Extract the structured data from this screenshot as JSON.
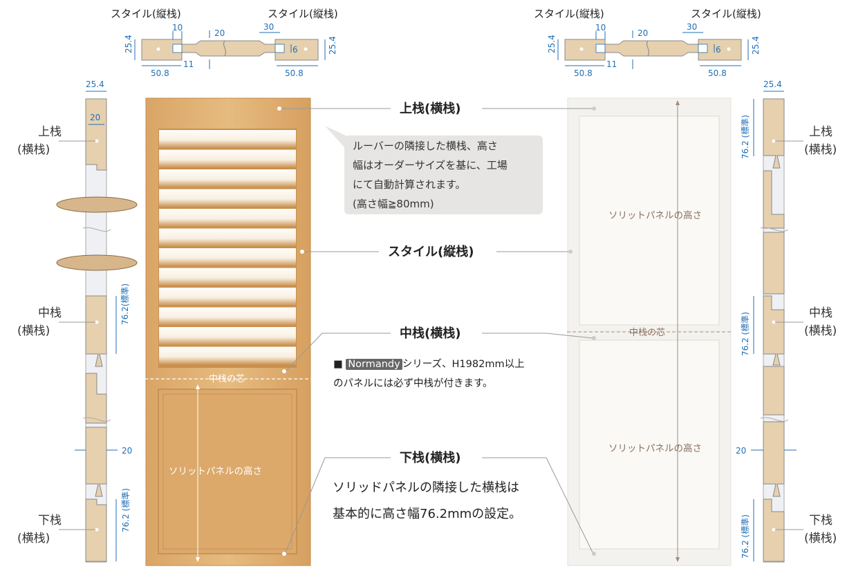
{
  "top_left": {
    "stile_left": "スタイル(縦栈)",
    "stile_right": "スタイル(縦栈)",
    "d10": "10",
    "d20": "20",
    "d30": "30",
    "d6": "6",
    "d11": "11",
    "d254a": "25.4",
    "d254b": "25.4",
    "d508a": "50.8",
    "d508b": "50.8"
  },
  "top_right": {
    "stile_left": "スタイル(縦栈)",
    "stile_right": "スタイル(縦栈)",
    "d10": "10",
    "d20": "20",
    "d30": "30",
    "d6": "6",
    "d11": "11",
    "d254a": "25.4",
    "d254b": "25.4",
    "d508a": "50.8",
    "d508b": "50.8"
  },
  "left_side": {
    "top_w": "25.4",
    "inner_w": "20",
    "upper_rail": [
      "上栈",
      "(横栈)"
    ],
    "mid_rail": [
      "中栈",
      "(横栈)"
    ],
    "bottom_rail": [
      "下栈",
      "(横栈)"
    ],
    "mid_dim": "76.2(標準)",
    "bottom_dim": "76.2 (標準)",
    "stile_dim": "20"
  },
  "right_side": {
    "top_w": "25.4",
    "upper_rail": [
      "上栈",
      "(横栈)"
    ],
    "mid_rail": [
      "中栈",
      "(横栈)"
    ],
    "bottom_rail": [
      "下栈",
      "(横栈)"
    ],
    "top_dim": "76.2 (標準)",
    "mid_dim": "76.2 (標準)",
    "bottom_dim": "76.2 (標準)",
    "stile_dim": "20"
  },
  "center": {
    "top_rail": "上栈(横栈)",
    "stile": "スタイル(縦栈)",
    "mid_rail": "中栈(横栈)",
    "bottom_rail": "下栈(横栈)",
    "bubble": [
      "ルーバーの隣接した横栈、高さ",
      "幅はオーダーサイズを基に、工場",
      "にて自動計算されます。",
      "(高さ幅≧80mm)"
    ],
    "note_badge": "Normandy",
    "note_line1": "シリーズ、H1982mm以上",
    "note_line2": "のパネルには必ず中栈が付きます。",
    "solid_note": [
      "ソリッドパネルの隣接した横栈は",
      "基本的に高さ幅76.2mmの設定。"
    ]
  },
  "wood_panel": {
    "mid_core": "中栈の芯",
    "panel_height": "ソリットパネルの高さ"
  },
  "white_panel": {
    "upper_height": "ソリットパネルの高さ",
    "mid_core": "中栈の芯",
    "lower_height": "ソリットパネルの高さ"
  },
  "colors": {
    "wood": "#e2b577",
    "wood_dark": "#c8914f",
    "dim_blue": "#1f6fb5",
    "profile_fill": "#e6d0ae",
    "white_panel": "#f4f2ee",
    "bubble": "#e6e5e3"
  }
}
